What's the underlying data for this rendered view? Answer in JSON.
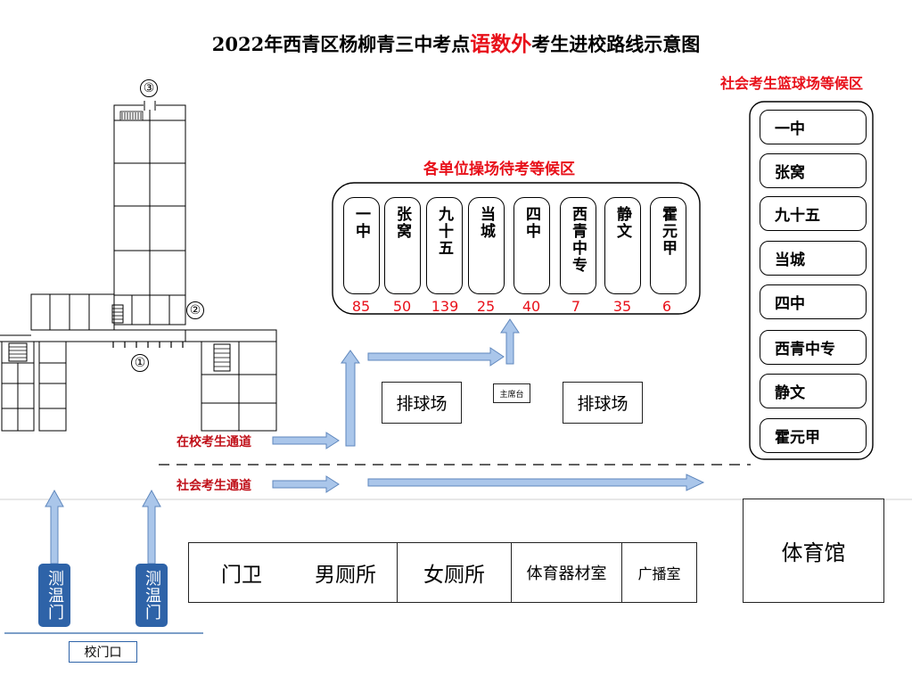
{
  "title": {
    "prefix": "2022年西青区杨柳青三中考点",
    "highlight": "语数外",
    "suffix": "考生进校路线示意图"
  },
  "colors": {
    "accent_red": "#e8101a",
    "arrow_blue": "#aac6ea",
    "gate_blue": "#2e63a8"
  },
  "playground_area": {
    "label": "各单位操场待考等候区",
    "units": [
      {
        "name": "一中",
        "count": "85"
      },
      {
        "name": "张窝",
        "count": "50"
      },
      {
        "name": "九十五",
        "count": "139"
      },
      {
        "name": "当城",
        "count": "25"
      },
      {
        "name": "四中",
        "count": "40"
      },
      {
        "name": "西青中专",
        "count": "7"
      },
      {
        "name": "静文",
        "count": "35"
      },
      {
        "name": "霍元甲",
        "count": "6"
      }
    ]
  },
  "basketball_area": {
    "label": "社会考生篮球场等候区",
    "units": [
      "一中",
      "张窝",
      "九十五",
      "当城",
      "四中",
      "西青中专",
      "静文",
      "霍元甲"
    ]
  },
  "courts": {
    "left": "排球场",
    "right": "排球场",
    "stage": "主席台"
  },
  "paths": {
    "in_school": "在校考生通道",
    "social": "社会考生通道"
  },
  "facilities": [
    "门卫",
    "男厕所",
    "女厕所",
    "体育器材室",
    "广播室"
  ],
  "gym": "体育馆",
  "gates": [
    "测温门",
    "测温门"
  ],
  "school_gate": "校门口",
  "building_markers": [
    "①",
    "②",
    "③"
  ]
}
